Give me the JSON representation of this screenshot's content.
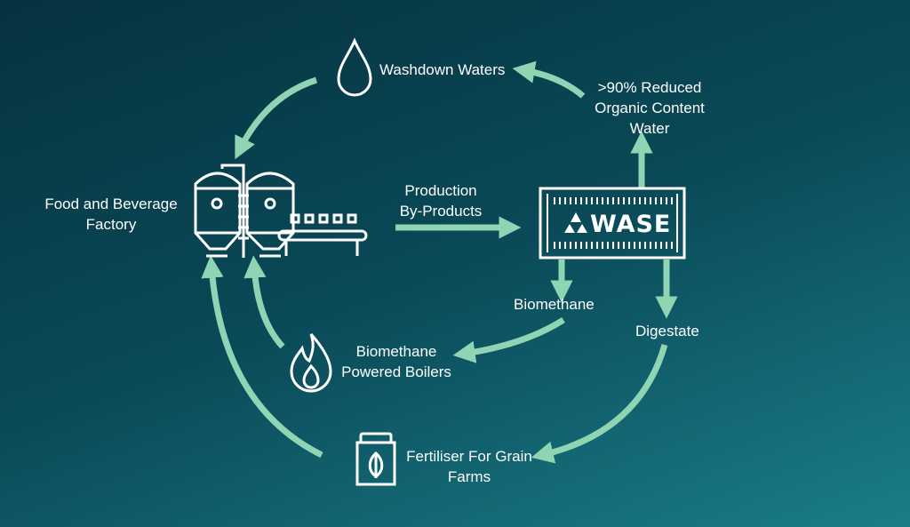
{
  "colors": {
    "background_top": "#06323f",
    "background_bottom": "#1a7d88",
    "arrow": "#8fd4b3",
    "icon_stroke": "#ffffff",
    "text": "#ffffff"
  },
  "nodes": {
    "washdown_waters": {
      "label": "Washdown Waters",
      "icon": "water-drop-icon"
    },
    "reduced_water": {
      "lines": [
        ">90% Reduced",
        "Organic Content",
        "Water"
      ]
    },
    "factory": {
      "lines": [
        "Food and Beverage",
        "Factory"
      ],
      "icon": "factory-icon"
    },
    "production_byproducts": {
      "lines": [
        "Production",
        "By-Products"
      ]
    },
    "wase_unit": {
      "brand": "WASE",
      "icon": "wase-container-icon"
    },
    "biomethane": {
      "label": "Biomethane"
    },
    "digestate": {
      "label": "Digestate"
    },
    "biomethane_boilers": {
      "lines": [
        "Biomethane",
        "Powered Boilers"
      ],
      "icon": "flame-icon"
    },
    "fertiliser": {
      "lines": [
        "Fertiliser For Grain",
        "Farms"
      ],
      "icon": "fertiliser-jar-icon"
    }
  }
}
